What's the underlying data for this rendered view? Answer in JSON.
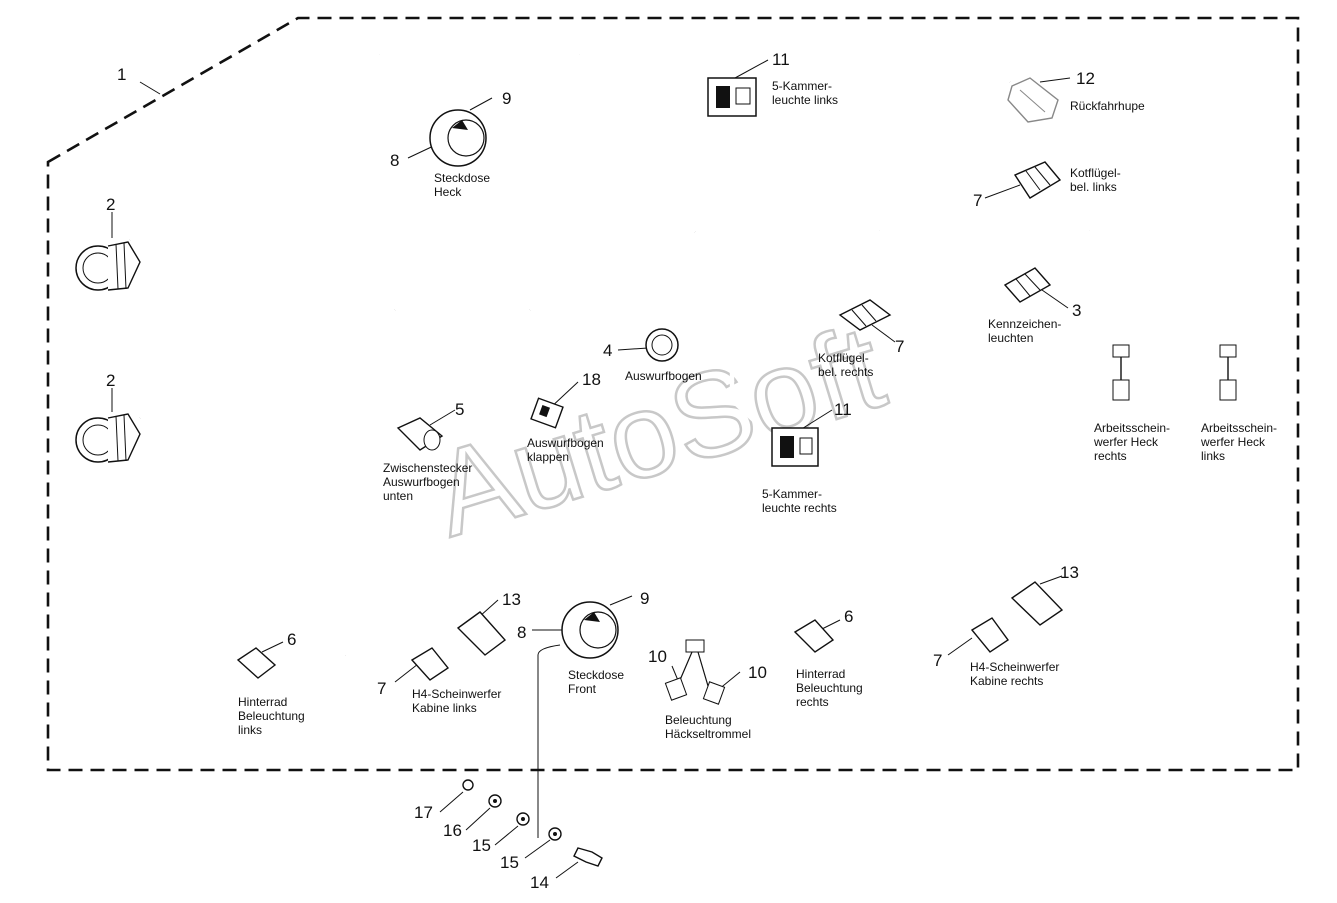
{
  "watermark": "AutoSoft",
  "callouts": {
    "c1": "1",
    "c2a": "2",
    "c2b": "2",
    "c3": "3",
    "c4": "4",
    "c5": "5",
    "c6a": "6",
    "c6b": "6",
    "c7a": "7",
    "c7b": "7",
    "c7c": "7",
    "c7d": "7",
    "c8a": "8",
    "c8b": "8",
    "c9a": "9",
    "c9b": "9",
    "c10a": "10",
    "c10b": "10",
    "c11a": "11",
    "c11b": "11",
    "c12": "12",
    "c13a": "13",
    "c13b": "13",
    "c14": "14",
    "c15a": "15",
    "c15b": "15",
    "c16": "16",
    "c17": "17",
    "c18": "18"
  },
  "labels": {
    "fuenf_kammer_links": [
      "5-Kammer-",
      "leuchte links"
    ],
    "rueckfahrhupe": [
      "Rückfahrhupe"
    ],
    "steckdose_heck": [
      "Steckdose",
      "Heck"
    ],
    "kotfluegel_links": [
      "Kotflügel-",
      "bel. links"
    ],
    "kennzeichen": [
      "Kennzeichen-",
      "leuchten"
    ],
    "kotfluegel_rechts": [
      "Kotflügel-",
      "bel. rechts"
    ],
    "auswurfbogen": [
      "Auswurfbogen"
    ],
    "auswurfbogen_klappen": [
      "Auswurfbogen",
      "klappen"
    ],
    "zwischenstecker": [
      "Zwischenstecker",
      "Auswurfbogen",
      "unten"
    ],
    "fuenf_kammer_rechts": [
      "5-Kammer-",
      "leuchte rechts"
    ],
    "arbeits_heck_rechts": [
      "Arbeitsschein-",
      "werfer Heck",
      "rechts"
    ],
    "arbeits_heck_links": [
      "Arbeitsschein-",
      "werfer Heck",
      "links"
    ],
    "hinterrad_links": [
      "Hinterrad",
      "Beleuchtung",
      "links"
    ],
    "h4_kabine_links": [
      "H4-Scheinwerfer",
      "Kabine links"
    ],
    "steckdose_front": [
      "Steckdose",
      "Front"
    ],
    "beleuchtung_haeckseltrommel": [
      "Beleuchtung",
      "Häckseltrommel"
    ],
    "hinterrad_rechts": [
      "Hinterrad",
      "Beleuchtung",
      "rechts"
    ],
    "h4_kabine_rechts": [
      "H4-Scheinwerfer",
      "Kabine rechts"
    ]
  }
}
